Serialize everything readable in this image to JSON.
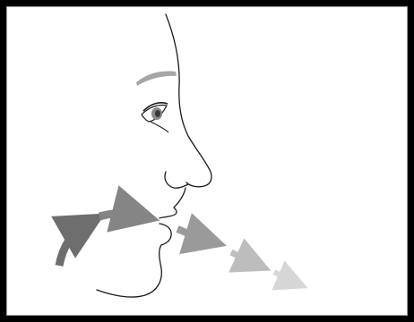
{
  "colors": {
    "outline": "#1a1a1a",
    "eyebrow": "#a6a6a6",
    "iris": "#8a8a8a",
    "pupil": "#3a3a3a",
    "inhale_arrow_dark": "#6e6e6e",
    "inhale_arrow_mid": "#858585",
    "exhale_arrow_1": "#9a9a9a",
    "exhale_arrow_2": "#bdbdbd",
    "exhale_arrow_3": "#d6d6d6",
    "exhale_arrow_4": "#e4e4e4"
  },
  "icons": [
    "face-profile",
    "breath-in-arrow",
    "breath-out-arrow"
  ]
}
